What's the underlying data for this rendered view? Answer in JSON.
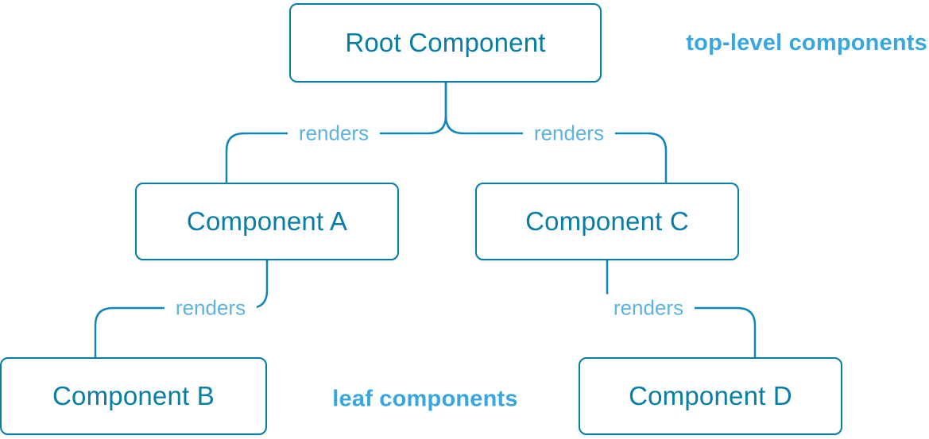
{
  "diagram": {
    "type": "component-tree",
    "nodes": {
      "root": {
        "label": "Root Component"
      },
      "a": {
        "label": "Component A"
      },
      "b": {
        "label": "Component B"
      },
      "c": {
        "label": "Component C"
      },
      "d": {
        "label": "Component D"
      }
    },
    "edges": [
      {
        "from": "Root Component",
        "to": "Component A",
        "label": "renders"
      },
      {
        "from": "Root Component",
        "to": "Component C",
        "label": "renders"
      },
      {
        "from": "Component A",
        "to": "Component B",
        "label": "renders"
      },
      {
        "from": "Component C",
        "to": "Component D",
        "label": "renders"
      }
    ],
    "annotations": {
      "top_right": "top-level components",
      "bottom_center": "leaf components"
    },
    "colors": {
      "node_border": "#087ea4",
      "node_text": "#087ea4",
      "edge_line": "#1186b8",
      "edge_label": "#5cb3de",
      "annotation": "#38a7e0"
    }
  }
}
